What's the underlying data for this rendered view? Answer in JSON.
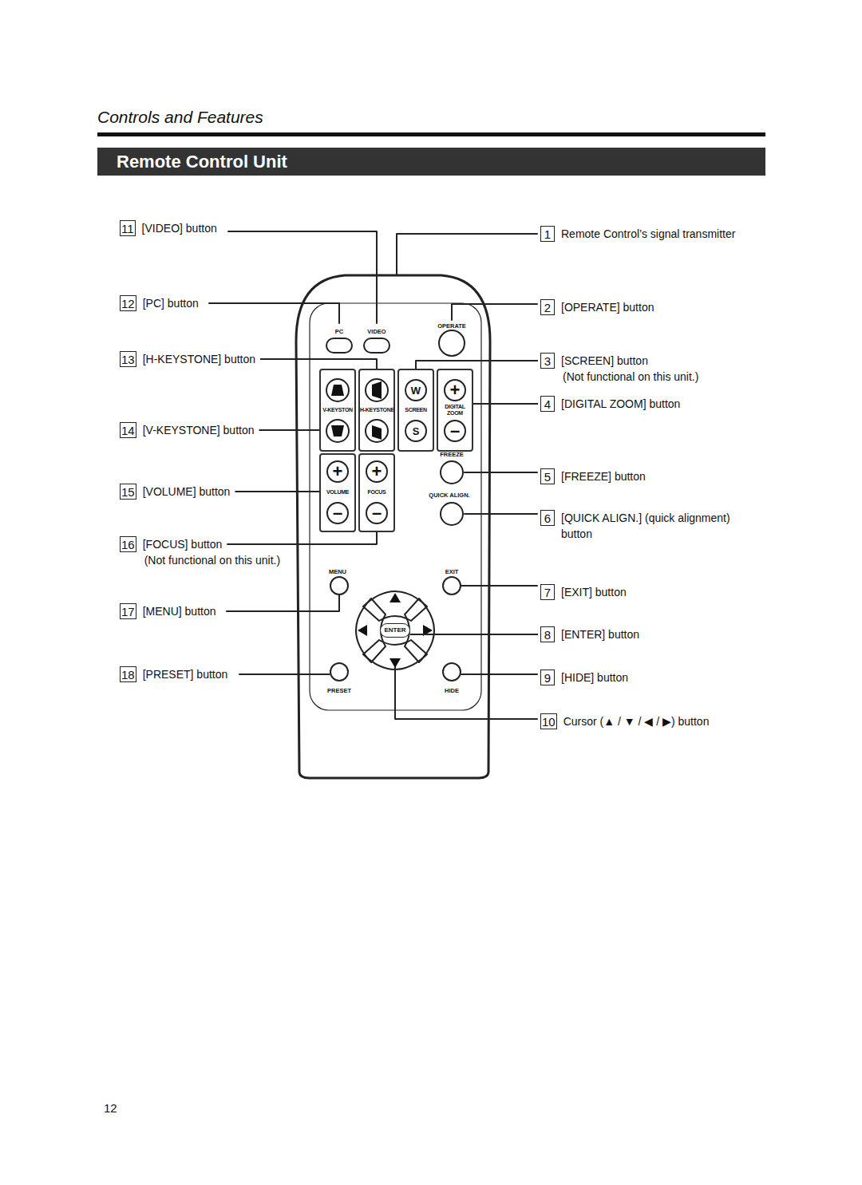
{
  "diagram": {
    "title": "Remote Control Unit",
    "nodes": [
      {
        "text": [
          "1",
          "Remote Control’s signal transmitter"
        ]
      },
      {
        "text": [
          "2",
          "[OPERATE] button"
        ]
      },
      {
        "text": [
          "3",
          "[SCREEN] button",
          "(Not functional on this unit.)"
        ]
      },
      {
        "text": [
          "4",
          "[DIGITAL ZOOM] button"
        ]
      },
      {
        "text": [
          "5",
          "[FREEZE] button"
        ]
      },
      {
        "text": [
          "6",
          "[QUICK ALIGN.] (quick alignment) button"
        ]
      },
      {
        "text": [
          "7",
          "[EXIT] button"
        ]
      },
      {
        "text": [
          "8",
          "[ENTER] button"
        ]
      },
      {
        "text": [
          "9",
          "[HIDE] button"
        ]
      },
      {
        "text": [
          "10",
          "Cursor (▲ / ▼ / ◀ / ▶) button"
        ]
      },
      {
        "text": [
          "11",
          "[VIDEO] button"
        ]
      },
      {
        "text": [
          "12",
          "[PC] button"
        ]
      },
      {
        "text": [
          "13",
          "[H-KEYSTONE] button"
        ]
      },
      {
        "text": [
          "14",
          "[V-KEYSTONE] button"
        ]
      },
      {
        "text": [
          "15",
          "[VOLUME] button"
        ]
      },
      {
        "text": [
          "16",
          "[FOCUS] button",
          "(Not functional on this unit.)"
        ]
      },
      {
        "text": [
          "17",
          "[MENU] button"
        ]
      },
      {
        "text": [
          "18",
          "[PRESET] button"
        ]
      },
      {
        "text": [
          "V-KEYSTON"
        ]
      },
      {
        "text": [
          "H-KEYSTONE"
        ]
      },
      {
        "text": [
          "SCREEN"
        ]
      },
      {
        "text": [
          "W"
        ],
        "in": 20
      },
      {
        "text": [
          "S"
        ],
        "in": 20
      },
      {
        "text": [
          "DIGITAL ZOOM"
        ]
      },
      {
        "text": [
          "+"
        ],
        "in": 23
      },
      {
        "text": [
          "–"
        ],
        "in": 23
      },
      {
        "text": [
          "VOLUME"
        ]
      },
      {
        "text": [
          "+"
        ],
        "in": 26
      },
      {
        "text": [
          "–"
        ],
        "in": 26
      },
      {
        "text": [
          "FOCUS"
        ]
      },
      {
        "text": [
          "+"
        ],
        "in": 29
      },
      {
        "text": [
          "–"
        ],
        "in": 29
      },
      {
        "text": [
          "ENTER"
        ]
      }
    ],
    "edges": [
      {
        "from": 2,
        "to": 20,
        "arrow": "none"
      },
      {
        "from": 3,
        "to": 23,
        "arrow": "none"
      },
      {
        "from": 7,
        "to": 32,
        "arrow": "none"
      },
      {
        "from": 12,
        "to": 19,
        "arrow": "none"
      },
      {
        "from": 13,
        "to": 18,
        "arrow": "none"
      },
      {
        "from": 14,
        "to": 26,
        "arrow": "none"
      },
      {
        "from": 15,
        "to": 29,
        "arrow": "none"
      }
    ],
    "labels": [
      "Controls and Features",
      "PC",
      "VIDEO",
      "OPERATE",
      "FREEZE",
      "QUICK ALIGN.",
      "MENU",
      "EXIT",
      "PRESET",
      "HIDE",
      "12"
    ]
  }
}
